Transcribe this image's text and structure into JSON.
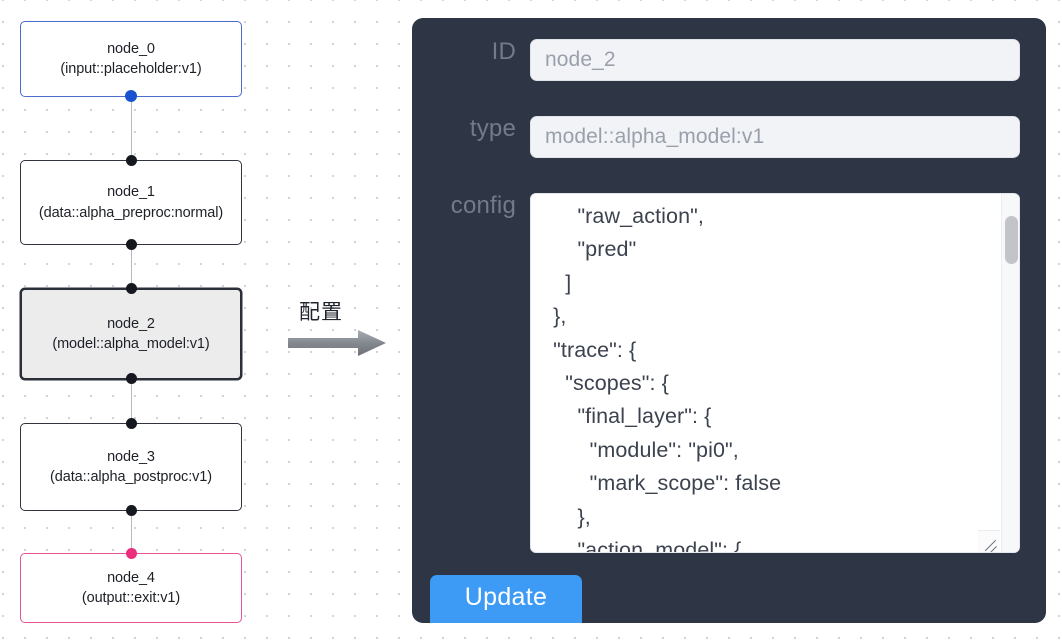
{
  "graph": {
    "nodes": [
      {
        "id": "node_0",
        "type": "(input::placeholder:v1)",
        "role": "input",
        "selected": false
      },
      {
        "id": "node_1",
        "type": "(data::alpha_preproc:normal)",
        "role": "default",
        "selected": false
      },
      {
        "id": "node_2",
        "type": "(model::alpha_model:v1)",
        "role": "default",
        "selected": true
      },
      {
        "id": "node_3",
        "type": "(data::alpha_postproc:v1)",
        "role": "default",
        "selected": false
      },
      {
        "id": "node_4",
        "type": "(output::exit:v1)",
        "role": "output",
        "selected": false
      }
    ],
    "colors": {
      "input_border": "#4b6ccb",
      "output_border": "#e8539a",
      "default_border": "#30343d",
      "selected_fill": "#ececec",
      "edge": "#b6b9bf",
      "handle": "#15181e",
      "handle_input": "#1a53d0",
      "handle_output": "#ec2d7e",
      "canvas_dot": "#cfd2d8"
    }
  },
  "annotation": {
    "label": "配置",
    "arrow": "right-arrow-icon"
  },
  "panel": {
    "background": "#2e3545",
    "fields": [
      {
        "key": "id",
        "label": "ID",
        "value": "node_2"
      },
      {
        "key": "type",
        "label": "type",
        "value": "model::alpha_model:v1"
      },
      {
        "key": "config",
        "label": "config",
        "value": ""
      }
    ],
    "id_label": "ID",
    "id_value": "node_2",
    "type_label": "type",
    "type_value": "model::alpha_model:v1",
    "config_label": "config",
    "config_value": "      \"raw_action\",\n      \"pred\"\n    ]\n  },\n  \"trace\": {\n    \"scopes\": {\n      \"final_layer\": {\n        \"module\": \"pi0\",\n        \"mark_scope\": false\n      },\n      \"action_model\": {",
    "update_label": "Update",
    "update_color": "#3d9bf5"
  }
}
